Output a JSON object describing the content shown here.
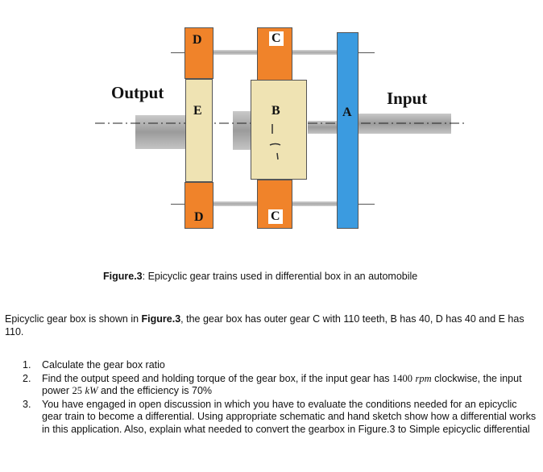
{
  "diagram": {
    "output_label": "Output",
    "input_label": "Input",
    "gear_a": "A",
    "gear_b": "B",
    "gear_c_top": "C",
    "gear_c_bottom": "C",
    "gear_d_top": "D",
    "gear_d_bottom": "D",
    "gear_e": "E",
    "colors": {
      "orange": "#f0832a",
      "blue": "#3b9be0",
      "beige": "#efe3b3",
      "shaft": "#a6a6a6"
    }
  },
  "caption": {
    "prefix": "Figure.3",
    "text": ": Epicyclic gear trains used in differential box in an automobile"
  },
  "paragraph": {
    "part1": "Epicyclic gear box is shown in ",
    "bold": "Figure.3",
    "part2": ", the gear box has outer gear C with 110 teeth, B has 40, D has 40 and E has 110."
  },
  "questions": [
    {
      "num": "1.",
      "text": "Calculate the gear box ratio"
    },
    {
      "num": "2.",
      "part1": "Find the output speed and holding torque of the gear box, if the input gear has ",
      "speed": "1400",
      "speed_unit": "rpm",
      "part2": " clockwise, the input power ",
      "power": "25",
      "power_unit": "kW",
      "part3": " and the efficiency is 70%"
    },
    {
      "num": "3.",
      "text": "You have engaged in open discussion in which you have to evaluate the conditions needed for an epicyclic gear train to become a differential. Using appropriate schematic and hand sketch show how a differential works in this application. Also, explain what needed to convert the gearbox in Figure.3 to Simple epicyclic differential"
    }
  ]
}
